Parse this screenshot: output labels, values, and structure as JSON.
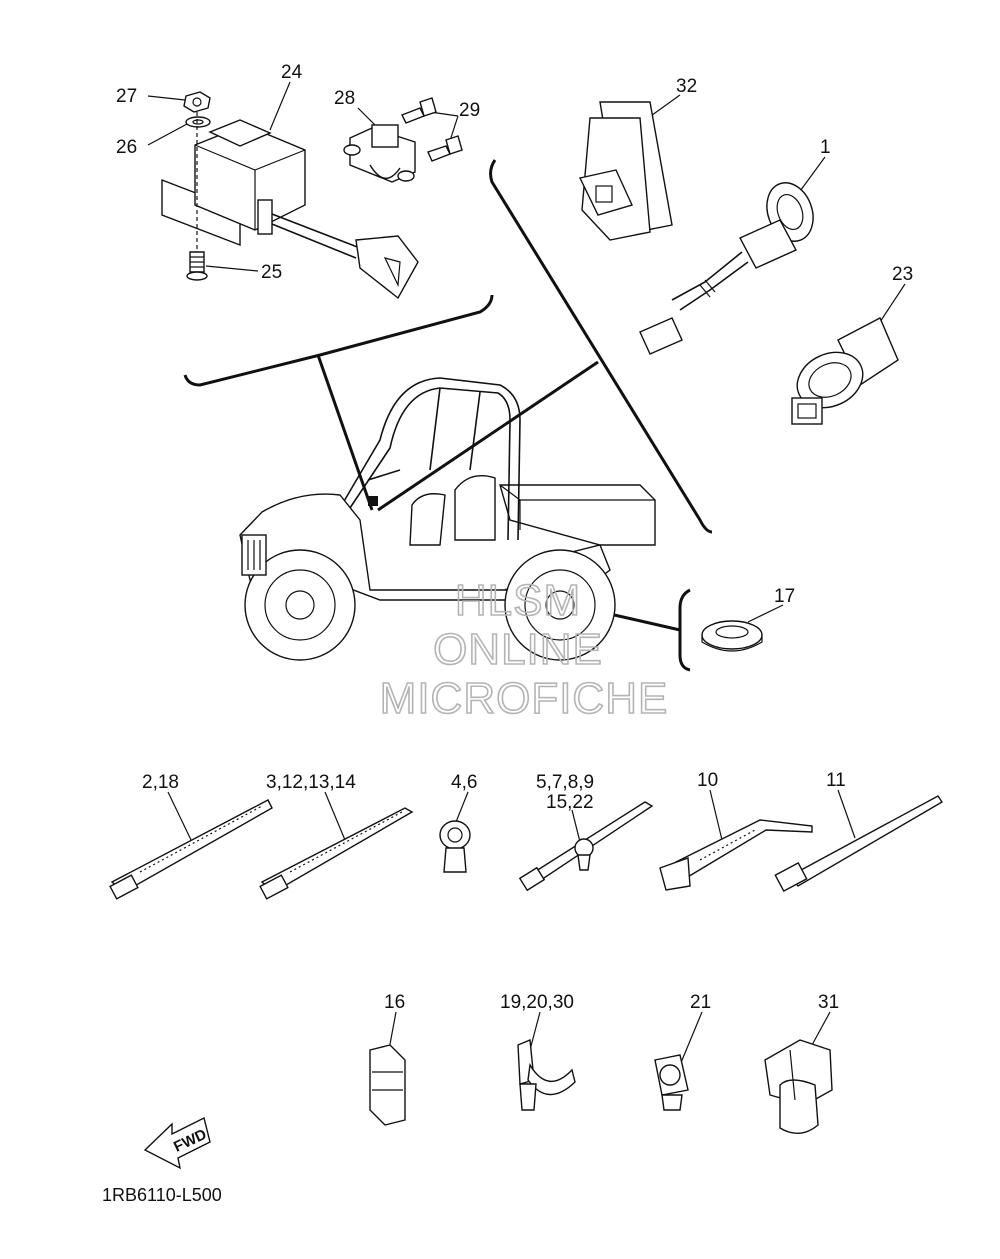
{
  "diagram": {
    "callouts": [
      {
        "id": "c27",
        "label": "27"
      },
      {
        "id": "c24",
        "label": "24"
      },
      {
        "id": "c26",
        "label": "26"
      },
      {
        "id": "c25",
        "label": "25"
      },
      {
        "id": "c28",
        "label": "28"
      },
      {
        "id": "c29",
        "label": "29"
      },
      {
        "id": "c32",
        "label": "32"
      },
      {
        "id": "c1",
        "label": "1"
      },
      {
        "id": "c23",
        "label": "23"
      },
      {
        "id": "c17",
        "label": "17"
      },
      {
        "id": "c2_18",
        "label": "2,18"
      },
      {
        "id": "c3_14",
        "label": "3,12,13,14"
      },
      {
        "id": "c4_6",
        "label": "4,6"
      },
      {
        "id": "c5_9",
        "label": "5,7,8,9"
      },
      {
        "id": "c15_22",
        "label": "15,22"
      },
      {
        "id": "c10",
        "label": "10"
      },
      {
        "id": "c11",
        "label": "11"
      },
      {
        "id": "c16",
        "label": "16"
      },
      {
        "id": "c19_30",
        "label": "19,20,30"
      },
      {
        "id": "c21",
        "label": "21"
      },
      {
        "id": "c31",
        "label": "31"
      }
    ],
    "watermark": {
      "line1": "HLSM",
      "line2": "ONLINE",
      "line3": "MICROFICHE"
    },
    "fwd_label": "FWD",
    "diagram_code": "1RB6110-L500"
  }
}
